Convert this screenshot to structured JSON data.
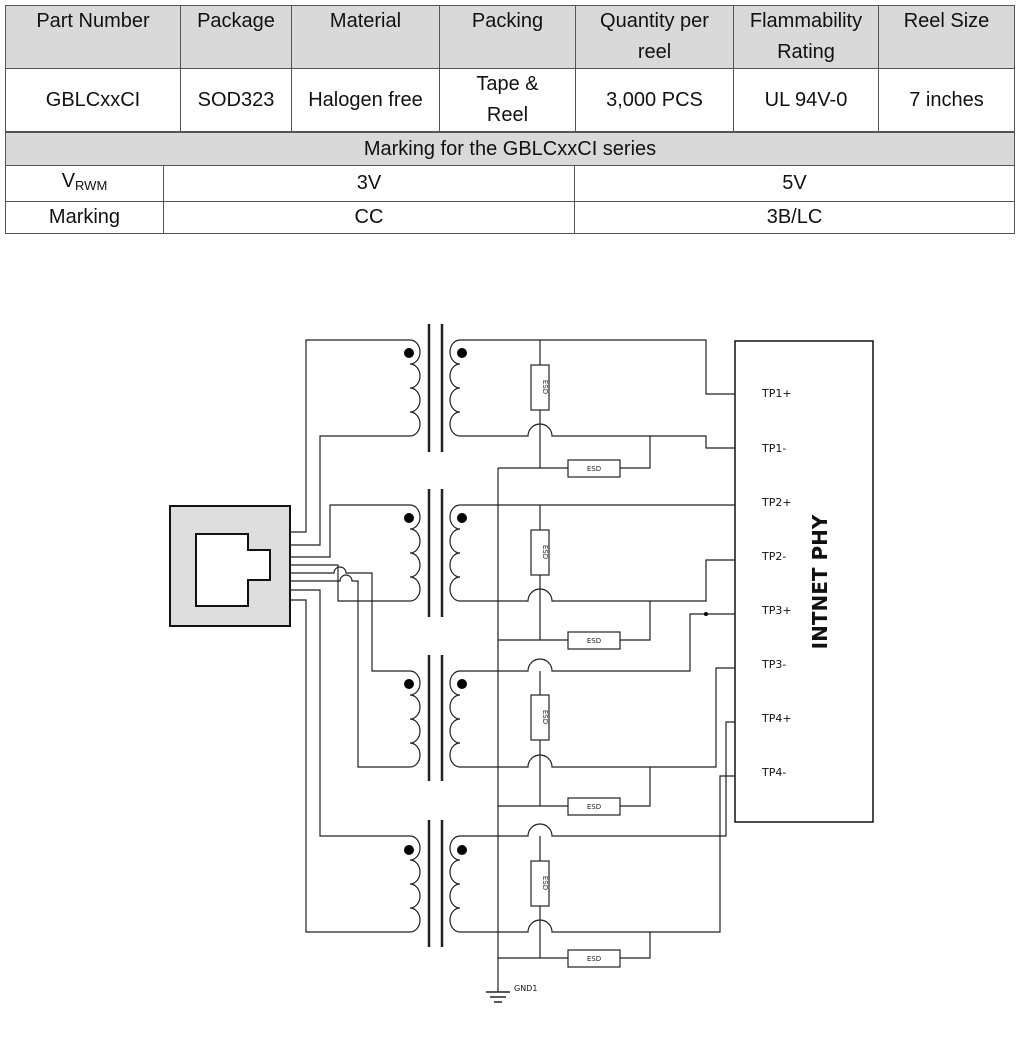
{
  "spec_table": {
    "headers": [
      "Part Number",
      "Package",
      "Material",
      "Packing",
      "Quantity per reel",
      "Flammability Rating",
      "Reel Size"
    ],
    "headers_split": [
      [
        "Part Number"
      ],
      [
        "Package"
      ],
      [
        "Material"
      ],
      [
        "Packing"
      ],
      [
        "Quantity per",
        "reel"
      ],
      [
        "Flammability",
        "Rating"
      ],
      [
        "Reel Size"
      ]
    ],
    "row": [
      "GBLCxxCI",
      "SOD323",
      "Halogen free",
      "Tape & Reel",
      "3,000 PCS",
      "UL 94V-0",
      "7 inches"
    ],
    "packing_split": [
      "Tape &",
      "Reel"
    ]
  },
  "marking_table": {
    "title": "Marking for the GBLCxxCI series",
    "vrwm_label_main": "V",
    "vrwm_label_sub": "RWM",
    "vrwm_values": [
      "3V",
      "5V"
    ],
    "marking_label": "Marking",
    "marking_values": [
      "CC",
      "3B/LC"
    ]
  },
  "diagram": {
    "phy_label": "INTNET PHY",
    "pins": [
      "TP1+",
      "TP1-",
      "TP2+",
      "TP2-",
      "TP3+",
      "TP3-",
      "TP4+",
      "TP4-"
    ],
    "esd_label": "ESD",
    "gnd_label": "GND1"
  }
}
